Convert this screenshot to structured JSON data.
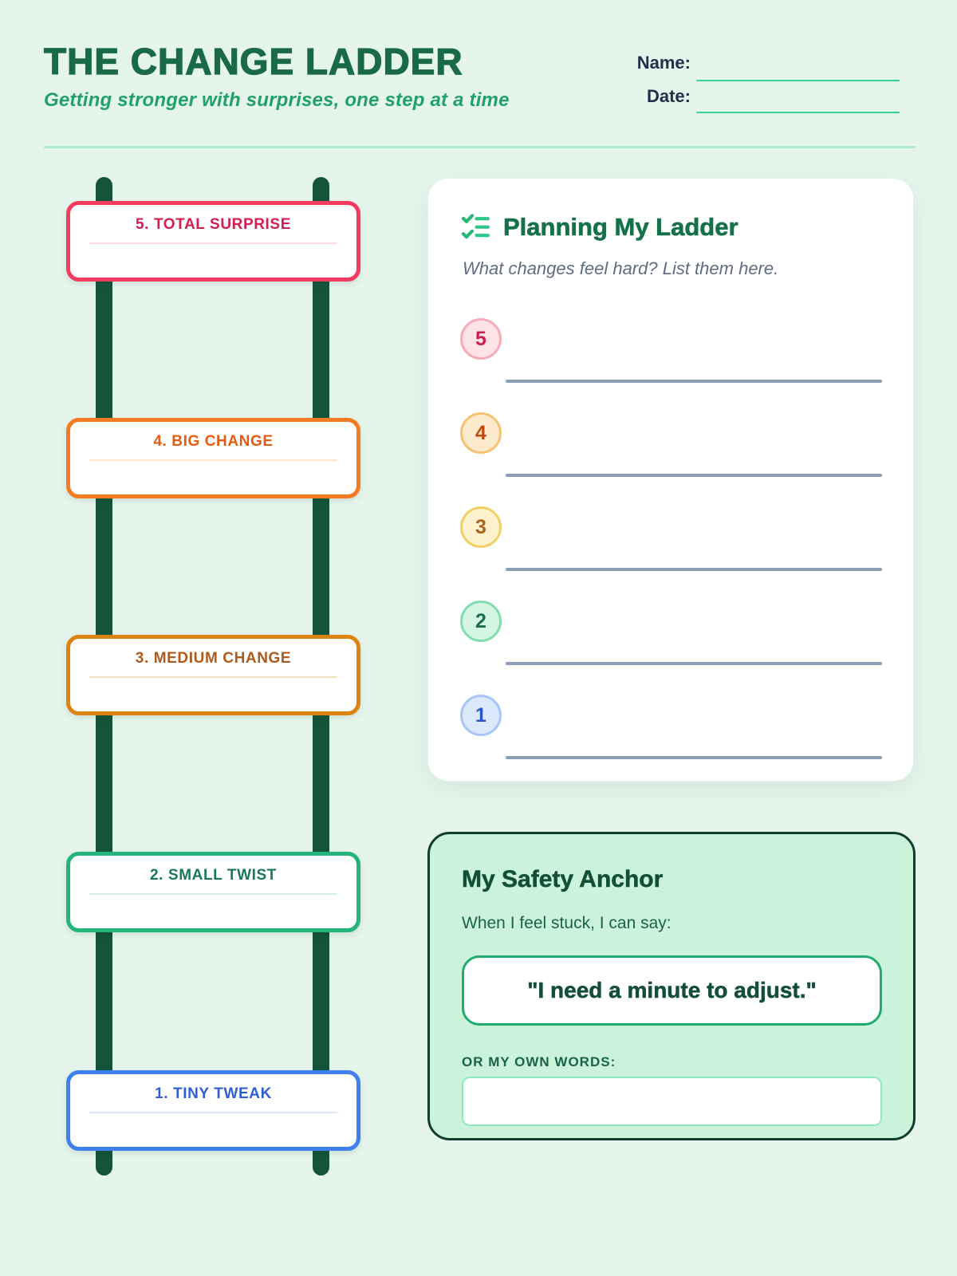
{
  "page": {
    "title": "THE CHANGE LADDER",
    "subtitle": "Getting stronger with surprises, one step at a time",
    "background_color": "#e6f5ec",
    "title_color": "#1a6b45"
  },
  "header_fields": {
    "name_label": "Name:",
    "name_value": "",
    "date_label": "Date:",
    "date_value": "",
    "line_color": "#36d399"
  },
  "ladder": {
    "rail_color": "#14543a",
    "rungs": [
      {
        "label": "5. TOTAL SURPRISE",
        "border_color": "#f23b5f",
        "text_color": "#d31d52",
        "write_in_value": ""
      },
      {
        "label": "4. BIG CHANGE",
        "border_color": "#f47b20",
        "text_color": "#e35c12",
        "write_in_value": ""
      },
      {
        "label": "3. MEDIUM CHANGE",
        "border_color": "#dd8410",
        "text_color": "#ad5a1c",
        "write_in_value": ""
      },
      {
        "label": "2. SMALL TWIST",
        "border_color": "#25b47c",
        "text_color": "#177a55",
        "write_in_value": ""
      },
      {
        "label": "1. TINY TWEAK",
        "border_color": "#4080ee",
        "text_color": "#2e5fd8",
        "write_in_value": ""
      }
    ]
  },
  "planning": {
    "icon": "checklist-icon",
    "title": "Planning My Ladder",
    "subtitle": "What changes feel hard? List them here.",
    "rows": [
      {
        "number": "5",
        "value": "",
        "badge_color": "#f6abb8"
      },
      {
        "number": "4",
        "value": "",
        "badge_color": "#f5c271"
      },
      {
        "number": "3",
        "value": "",
        "badge_color": "#f2cf62"
      },
      {
        "number": "2",
        "value": "",
        "badge_color": "#82ddae"
      },
      {
        "number": "1",
        "value": "",
        "badge_color": "#a6c6f8"
      }
    ]
  },
  "safety": {
    "title": "My Safety Anchor",
    "prompt": "When I feel stuck, I can say:",
    "quote": "\"I need a minute to adjust.\"",
    "own_words_label": "OR MY OWN WORDS:",
    "own_words_value": "",
    "card_color": "#cbf3da",
    "border_color": "#0f3f2c",
    "quote_border_color": "#21ab6e"
  }
}
